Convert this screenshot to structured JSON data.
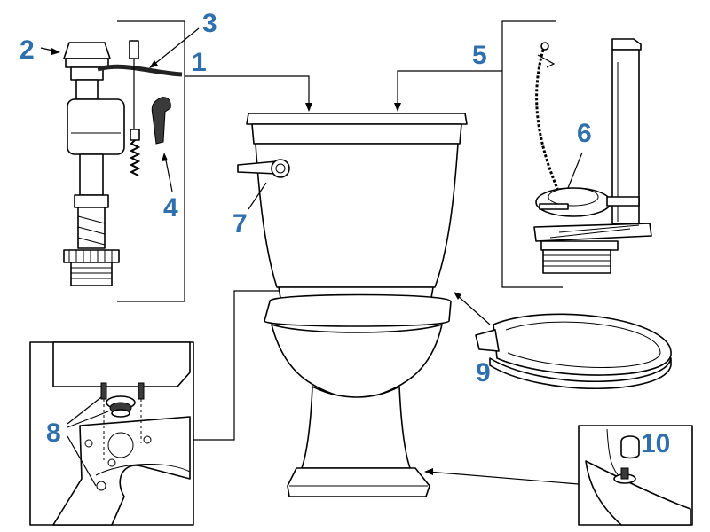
{
  "figure": {
    "callout_color": "#2f6fae",
    "callouts": [
      {
        "id": "c1",
        "text": "1"
      },
      {
        "id": "c2",
        "text": "2"
      },
      {
        "id": "c3",
        "text": "3"
      },
      {
        "id": "c4",
        "text": "4"
      },
      {
        "id": "c5",
        "text": "5"
      },
      {
        "id": "c6",
        "text": "6"
      },
      {
        "id": "c7",
        "text": "7"
      },
      {
        "id": "c8",
        "text": "8"
      },
      {
        "id": "c9",
        "text": "9"
      },
      {
        "id": "c10",
        "text": "10"
      }
    ],
    "parts": [
      "fill-valve",
      "fill-valve-cap",
      "refill-tube",
      "float-cup-clip",
      "flush-valve",
      "flapper",
      "trip-lever",
      "tank-to-bowl-bolts",
      "toilet-seat",
      "bolt-cap"
    ]
  }
}
